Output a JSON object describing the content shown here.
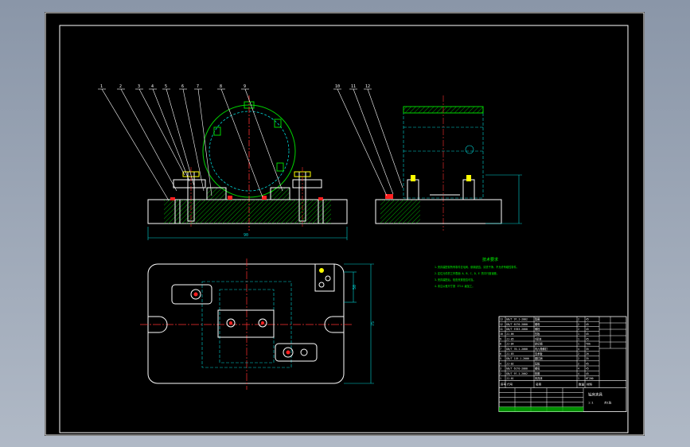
{
  "drawing": {
    "colors": {
      "frame": "#ffffff",
      "outline": "#ffffff",
      "center_line": "#ff3030",
      "hatch": "#00d400",
      "dimension": "#00d4d4",
      "part_red": "#ff2020",
      "part_yellow": "#ffff00",
      "note_text": "#00ff00",
      "balloon": "#ffffff"
    },
    "front_view": {
      "balloons": [
        "1",
        "2",
        "3",
        "4",
        "5",
        "6",
        "7",
        "8",
        "9"
      ],
      "overall_dim": "90"
    },
    "side_view": {
      "balloons": [
        "10",
        "11",
        "12"
      ]
    },
    "plan_view": {
      "width_dim": "50",
      "height_dim": "75"
    },
    "notes": {
      "title": "技术要求",
      "lines": [
        "1.夹具装配前所有零件去毛刺、倒钝锐边，清洗干净，不允许有磁性零件。",
        "2.定位元件的工作表面 A、B、C、D、E 的平行度误差。",
        "3.夹具装配后，检查夹紧是否可靠。",
        "4.未注公差尺寸按 IT14 级加工。"
      ]
    },
    "bom": {
      "rows": [
        [
          "13",
          "GB/T 97.1-2002",
          "垫圈",
          "2",
          "45"
        ],
        [
          "12",
          "GB/T 6170-2000",
          "螺母",
          "2",
          "45"
        ],
        [
          "11",
          "GB/T 5783-2000",
          "螺栓",
          "2",
          "45"
        ],
        [
          "10",
          "JJ-06",
          "压板",
          "1",
          "45"
        ],
        [
          "9",
          "JJ-05",
          "V形块",
          "1",
          "45"
        ],
        [
          "8",
          "JJ-04",
          "定位销",
          "1",
          "T8A"
        ],
        [
          "7",
          "GB/T 70.1-2000",
          "内六角螺钉",
          "4",
          "35"
        ],
        [
          "6",
          "JJ-03",
          "支承板",
          "2",
          "20"
        ],
        [
          "5",
          "GB/T 119.1-2000",
          "圆柱销",
          "2",
          "35"
        ],
        [
          "4",
          "JJ-02",
          "压板",
          "2",
          "45"
        ],
        [
          "3",
          "GB/T 6170-2000",
          "螺母",
          "4",
          "45"
        ],
        [
          "2",
          "GB/T 97.1-2002",
          "垫圈",
          "4",
          "45"
        ],
        [
          "1",
          "JJ-01",
          "夹具体",
          "1",
          "HT200"
        ]
      ],
      "header": [
        "序号",
        "代号",
        "名称",
        "数量",
        "材料"
      ],
      "title_block": {
        "name": "钻床夹具",
        "scale": "1:1",
        "sheet": "共1张"
      }
    }
  }
}
